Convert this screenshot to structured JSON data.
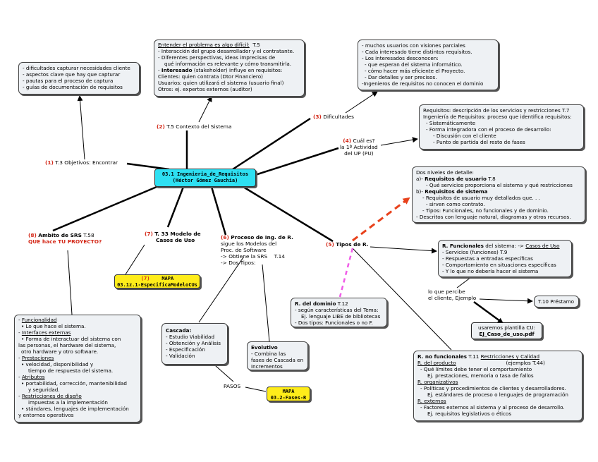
{
  "center": {
    "line1": "03.1 Ingenieria_de_Requisitos",
    "line2": "(Héctor Gómez Gauchia)"
  },
  "links": {
    "l1": {
      "num": "(1)",
      "text": "T.3 Objetivos: Encontrar"
    },
    "l2": {
      "num": "(2)",
      "text": "T.5 Contexto del Sistema"
    },
    "l3": {
      "num": "(3)",
      "text": "Dificultades"
    },
    "l4": {
      "num": "(4)",
      "text1": "Cuál es?",
      "text2": "la 1ª Actividad",
      "text3": "del UP (PU)"
    },
    "l5": {
      "num": "(5)",
      "text": "Tipos de R."
    },
    "l6": {
      "num": "(6)",
      "title": "Proceso de Ing. de R.",
      "line2": "sigue los Modelos del",
      "line3": "Proc. de Software",
      "line4": "-> Obtiene la SRS",
      "line4b": "T.14",
      "line5": "-> Dos Tipos:"
    },
    "l7": {
      "num": "(7)",
      "title": "T. 33 Modelo de",
      "line2": "Casos de Uso"
    },
    "l8": {
      "num": "(8)",
      "title": "Ambito de SRS",
      "tref": "T.58",
      "sub": "QUE hace TU PROYECTO?"
    },
    "pasos": "PASOS",
    "percibe1": "lo que percibe",
    "percibe2": "el cliente, Ejemplo"
  },
  "boxes": {
    "objetivos": [
      "- dificultades capturar necesidades cliente",
      "- aspectos clave que hay que capturar",
      "- pautas para el proceso de captura",
      "- guías de documentación de requisitos"
    ],
    "contexto": {
      "head": "Entender el problema es algo difícil:",
      "head_t": "T.5",
      "lines": [
        "- Interacción del grupo desarrollador y el contratante.",
        "- Diferentes perspectivas,  ideas imprecisas de",
        "qué información es relevante y cómo transmitirla."
      ],
      "interesado": "Interesado",
      "interesado_rest": "(stakeholder) influye en requisitos:",
      "lines2": [
        "Clientes: quien contrata (Dtor Financiero)",
        "Usuarios: quien utilizará el sistema (usuario final)",
        "Otros: ej. expertos externos (auditor)"
      ]
    },
    "dificultades": [
      "- muchos usuarios con visiones parciales",
      "- Cada interesado tiene distintos requisitos.",
      "- Los interesados desconocen:",
      "- que esperan del sistema informático.",
      "- cómo hacer más eficiente el Proyecto.",
      "- Dar detalles y ser precisos.",
      "-Ingenieros de requisitos no conocen el dominio"
    ],
    "actividad": [
      "Requisitos: descripción de los servicios y restricciones T.7",
      "Ingeniería de Requisitos: proceso que identifica requisitos:",
      "- Sistemáticamente",
      "- Forma integradora con el proceso de desarrollo:",
      "- Discusión con el cliente",
      "- Punto de partida del resto de fases"
    ],
    "niveles": {
      "l1": "Dos niveles de detalle:",
      "a_pre": "a)-",
      "a_b": "Requisitos de usuario",
      "a_t": "T.8",
      "a_sub": "- Qué servicios proporciona el sistema y qué restricciones",
      "b_pre": "b)-",
      "b_b": "Requisitos de sistema",
      "b_sub": [
        "- Requisitos de usuario muy detallados que. . .",
        "- sirven como contrato.",
        "- Tipos: Funcionales, no funcionales y de dominio."
      ],
      "last": "- Descritos con lenguaje natural, diagramas y otros recursos."
    },
    "funcionales": {
      "head_b": "R. Funcionales",
      "head_rest": "del sistema: ->",
      "head_u": "Casos de Uso",
      "lines": [
        "- Servicios (funciones)   T.9",
        "- Respuestas a entradas específicas",
        "- Comportamiento en situaciones específicas",
        "- Y lo que no debería hacer el sistema"
      ]
    },
    "prestamo": "T.10 Préstamo",
    "plantilla": {
      "l1": "usaremos plantilla CU:",
      "l2": "EJ_Caso_de_uso.pdf"
    },
    "dominio": {
      "head_b": "R. del dominio",
      "head_t": "T.12",
      "lines": [
        "- según características del Tema:",
        "Ej. lenguaje LIBE de bibliotecas",
        "- Dos tipos: Funcionales o no F."
      ]
    },
    "nofuncionales": {
      "head_b": "R. no funcionales",
      "head_t": "T.11",
      "head_u": "Restricciones y Calidad",
      "prod_u": "R. del producto",
      "prod_t": "(ejemplos T.44)",
      "prod_lines": [
        "- Qué límites debe tener el comportamiento",
        "Ej. prestaciones, memoria o tasa de fallos"
      ],
      "org_u": "R. organizativos",
      "org_lines": [
        "- Políticas y procedimientos de clientes y desarrolladores.",
        "Ej. estándares de proceso o lenguajes de programación"
      ],
      "ext_u": "R. externos",
      "ext_lines": [
        "- Factores externos al sistema y al proceso de desarrollo.",
        "Ej. requisitos legislativos o éticos"
      ]
    },
    "cascada": {
      "head": "Cascada:",
      "lines": [
        "- Estudio Viabilidad",
        "- Obtención y Análisis",
        "- Especificación",
        "- Validación"
      ]
    },
    "evolutivo": {
      "head": "Evolutivo",
      "lines": [
        "- Combina las",
        "fases de Cascada en",
        "Incrementos"
      ]
    },
    "ambito": {
      "items": [
        {
          "head": "Funcionalidad",
          "lines": [
            "• Lo que hace el sistema."
          ]
        },
        {
          "head": "Interfaces externas",
          "lines": [
            "• Forma de interactuar del sistema con",
            "las personas, el hardware del sistema,",
            "otro hardware y otro software."
          ]
        },
        {
          "head": "Prestaciones",
          "lines": [
            "• velocidad, disponibilidad y",
            "tiempo de respuesta del sistema."
          ]
        },
        {
          "head": "Atributos",
          "lines": [
            "• portabilidad, corrección, mantenibilidad",
            "y seguridad."
          ]
        },
        {
          "head": "Restricciones de diseño",
          "lines": [
            "impuestas a la implementación",
            "• stándares, lenguajes de implementación",
            "y entornos operativos"
          ]
        }
      ]
    }
  },
  "maps": {
    "m7": {
      "l1": "(7)",
      "l1b": "MAPA",
      "l2": "03.1z.1-EspecificaModeloCUs"
    },
    "m2": {
      "l1": "MAPA",
      "l2": "03.2-Fases-R"
    }
  },
  "colors": {
    "center": "#2ee0f2",
    "map": "#ffec1a",
    "box": "#eef1f4",
    "accent": "#d42a1a",
    "dashed_red": "#e8421c",
    "dashed_pink": "#f05ce8"
  }
}
